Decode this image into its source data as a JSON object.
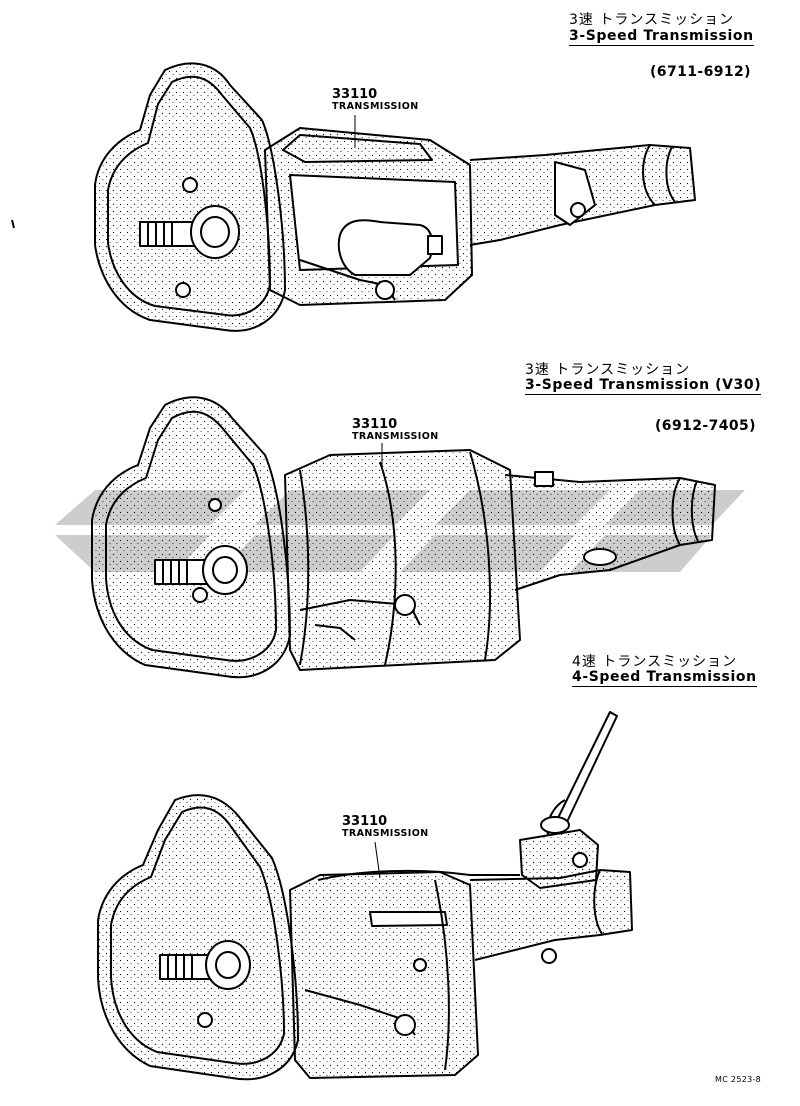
{
  "sections": [
    {
      "title_jp": "3速 トランスミッション",
      "title_en": "3-Speed Transmission",
      "date_range": "(6711-6912)",
      "part_number": "33110",
      "part_name": "TRANSMISSION"
    },
    {
      "title_jp": "3速 トランスミッション",
      "title_en": "3-Speed Transmission (V30)",
      "date_range": "(6912-7405)",
      "part_number": "33110",
      "part_name": "TRANSMISSION"
    },
    {
      "title_jp": "4速 トランスミッション",
      "title_en": "4-Speed Transmission",
      "date_range": "",
      "part_number": "33110",
      "part_name": "TRANSMISSION"
    }
  ],
  "footer_code": "MC 2523-8",
  "colors": {
    "line": "#000000",
    "watermark": "#c8c8c8",
    "background": "#ffffff"
  }
}
